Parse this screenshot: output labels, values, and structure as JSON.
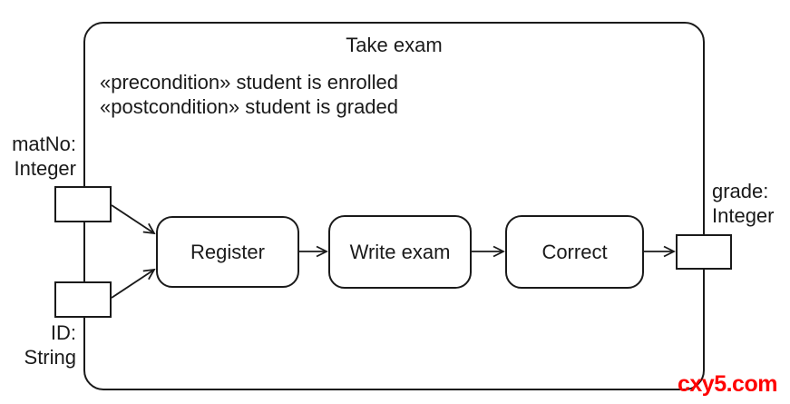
{
  "diagram": {
    "title": "Take exam",
    "conditions": [
      {
        "text": "«precondition» student is enrolled"
      },
      {
        "text": "«postcondition» student is graded"
      }
    ],
    "activities": [
      {
        "label": "Register"
      },
      {
        "label": "Write exam"
      },
      {
        "label": "Correct"
      }
    ],
    "parameters": [
      {
        "line1": "matNo:",
        "line2": "Integer"
      },
      {
        "line1": "ID:",
        "line2": "String"
      },
      {
        "line1": "grade:",
        "line2": "Integer"
      }
    ],
    "colors": {
      "line": "#1a1a1a",
      "node_fill": "#ffffff",
      "watermark": "#ff0000"
    }
  },
  "watermark": {
    "text": "cxy5.com"
  }
}
